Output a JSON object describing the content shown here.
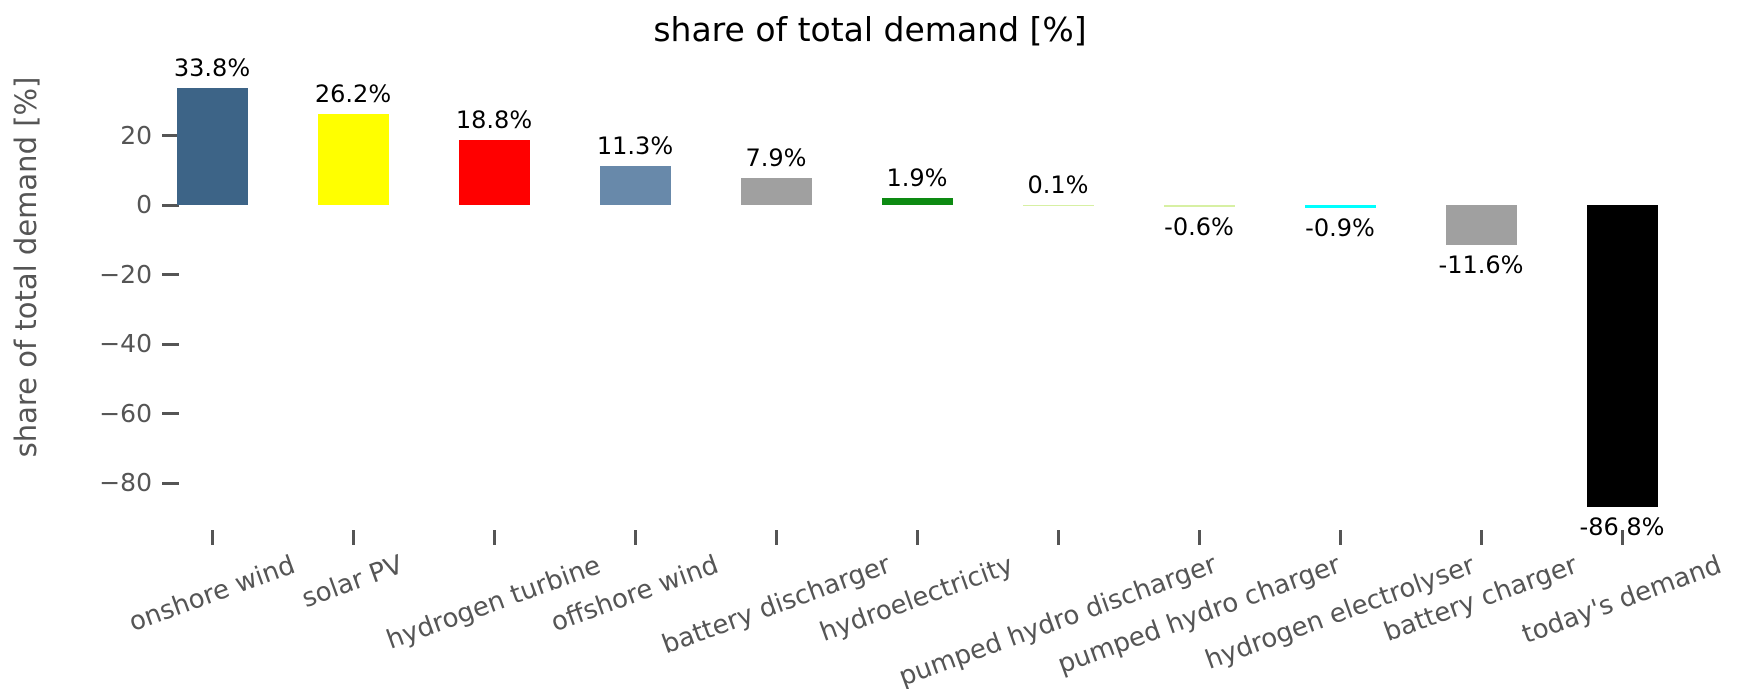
{
  "chart_data": {
    "type": "bar",
    "title": "share of total demand [%]",
    "ylabel": "share of total demand [%]",
    "xlabel": "",
    "categories": [
      "onshore wind",
      "solar PV",
      "hydrogen turbine",
      "offshore wind",
      "battery discharger",
      "hydroelectricity",
      "pumped hydro discharger",
      "pumped hydro charger",
      "hydrogen electrolyser",
      "battery charger",
      "today's demand"
    ],
    "values": [
      33.8,
      26.2,
      18.8,
      11.3,
      7.9,
      1.9,
      0.1,
      -0.6,
      -0.9,
      -11.6,
      -86.8
    ],
    "value_labels": [
      "33.8%",
      "26.2%",
      "18.8%",
      "11.3%",
      "7.9%",
      "1.9%",
      "0.1%",
      "-0.6%",
      "-0.9%",
      "-11.6%",
      "-86.8%"
    ],
    "bar_colors": [
      "#3d6487",
      "#ffff00",
      "#ff0000",
      "#6889aa",
      "#a0a0a0",
      "#0d8a12",
      "#d7f0a3",
      "#d7f0a3",
      "#00ffff",
      "#a0a0a0",
      "#000000"
    ],
    "yticks": [
      20,
      0,
      -20,
      -40,
      -60,
      -80
    ],
    "ytick_labels": [
      "20",
      "0",
      "−20",
      "−40",
      "−60",
      "−80"
    ],
    "ylim": [
      -94,
      40
    ],
    "grid": false,
    "legend": false,
    "spines_visible": false,
    "x_label_rotation_deg": 20,
    "axis_text_color": "#555555",
    "title_color": "#000000",
    "value_label_color": "#000000",
    "background_color": "#ffffff"
  }
}
